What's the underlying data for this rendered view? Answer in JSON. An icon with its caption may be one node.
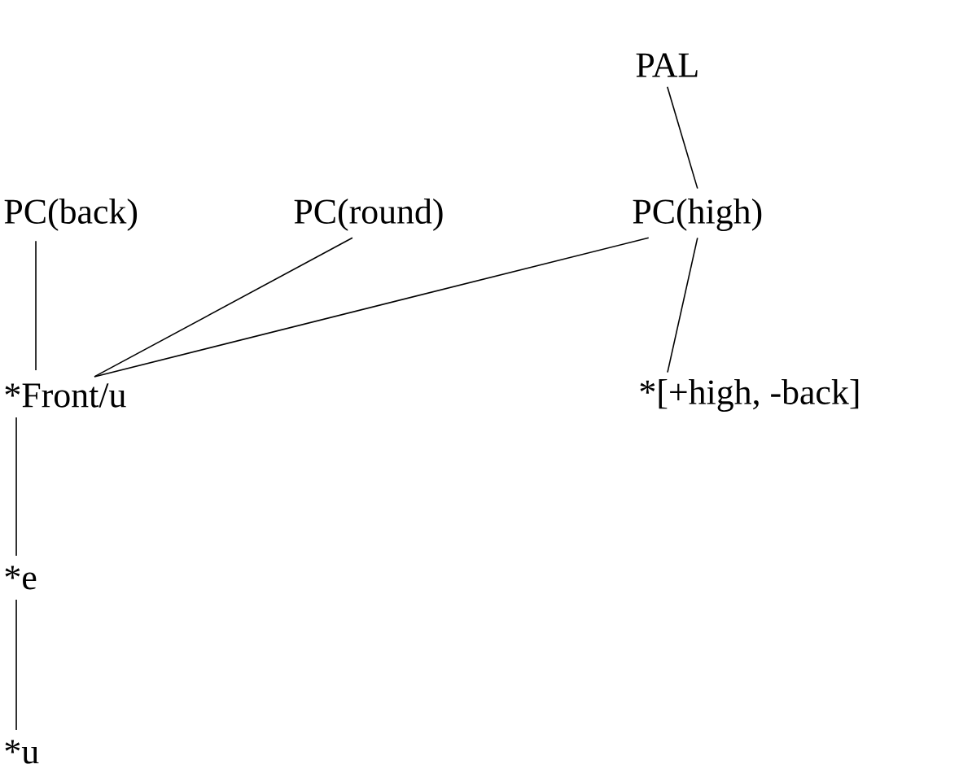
{
  "diagram": {
    "nodes": [
      {
        "text": [
          "PAL"
        ]
      },
      {
        "text": [
          "PC(back)"
        ]
      },
      {
        "text": [
          "PC(round)"
        ]
      },
      {
        "text": [
          "PC(high)"
        ]
      },
      {
        "text": [
          "*Front/u"
        ]
      },
      {
        "text": [
          "*[+high, -back]"
        ]
      },
      {
        "text": [
          "*e"
        ]
      },
      {
        "text": [
          "*u"
        ]
      }
    ],
    "edges": [
      {
        "from": 0,
        "to": 3,
        "arrow": "none"
      },
      {
        "from": 1,
        "to": 4,
        "arrow": "none"
      },
      {
        "from": 2,
        "to": 4,
        "arrow": "none"
      },
      {
        "from": 3,
        "to": 4,
        "arrow": "none"
      },
      {
        "from": 3,
        "to": 5,
        "arrow": "none"
      },
      {
        "from": 4,
        "to": 6,
        "arrow": "none"
      },
      {
        "from": 6,
        "to": 7,
        "arrow": "none"
      }
    ]
  }
}
